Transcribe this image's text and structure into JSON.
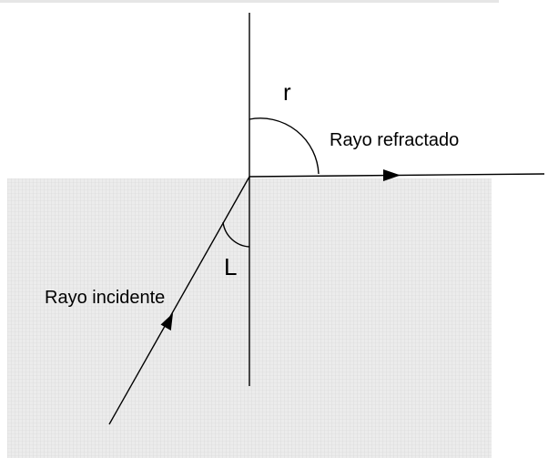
{
  "labels": {
    "refracted_angle": "r",
    "incident_angle": "L",
    "refracted_ray": "Rayo refractado",
    "incident_ray": "Rayo incidente"
  },
  "colors": {
    "line": "#000000",
    "medium_fill": "#ececec",
    "medium_grid": "#d4d4d4",
    "top_strip": "#e6e6e6",
    "background": "#ffffff"
  }
}
